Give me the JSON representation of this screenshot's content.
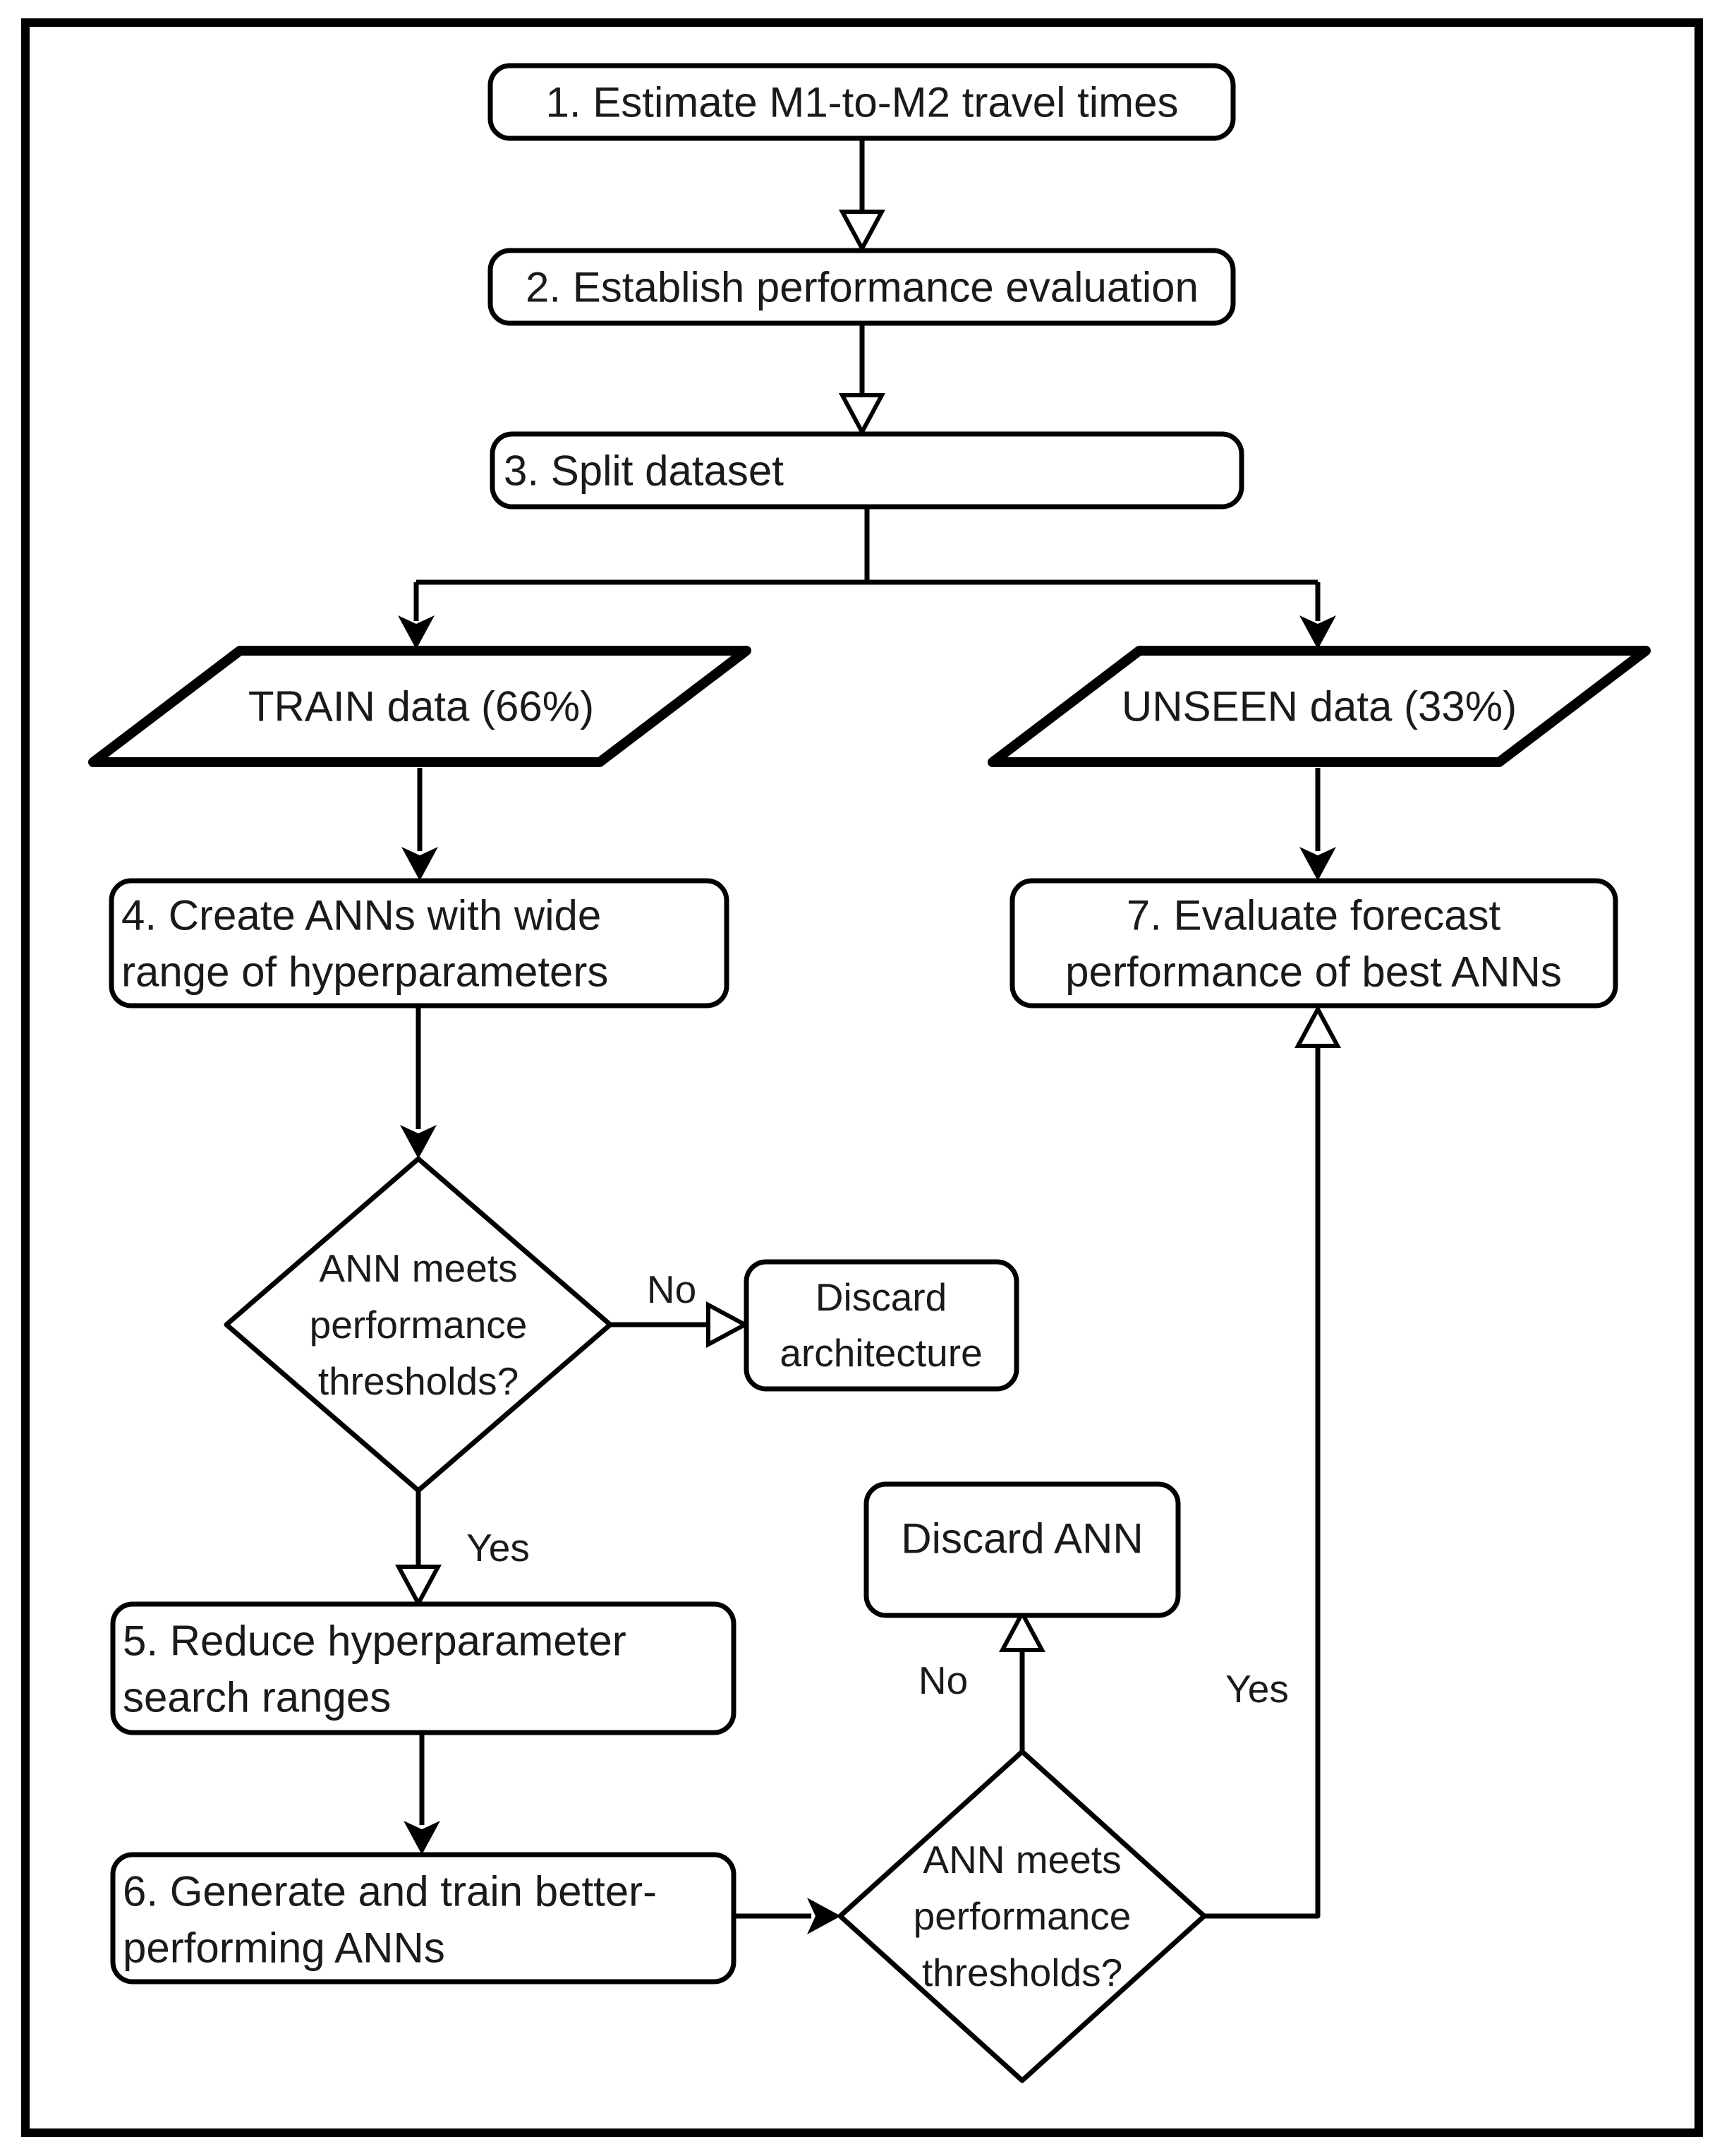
{
  "diagram_type": "flowchart",
  "colors": {
    "background": "#ffffff",
    "line": "#000000",
    "text": "#1a1a1a"
  },
  "nodes": {
    "step1": {
      "shape": "rounded-rect",
      "label": "1. Estimate M1-to-M2 travel times"
    },
    "step2": {
      "shape": "rounded-rect",
      "label": "2. Establish performance evaluation"
    },
    "step3": {
      "shape": "rounded-rect",
      "label": "3. Split dataset"
    },
    "train_data": {
      "shape": "parallelogram",
      "label": "TRAIN data (66%)"
    },
    "unseen_data": {
      "shape": "parallelogram",
      "label": "UNSEEN data (33%)"
    },
    "step4": {
      "shape": "rounded-rect",
      "lines": [
        "4. Create ANNs with wide",
        "range of hyperparameters"
      ]
    },
    "step7": {
      "shape": "rounded-rect",
      "lines": [
        "7. Evaluate forecast",
        "performance of best ANNs"
      ]
    },
    "decision1": {
      "shape": "diamond",
      "lines": [
        "ANN meets",
        "performance",
        "thresholds?"
      ]
    },
    "discard_architecture": {
      "shape": "rounded-rect",
      "lines": [
        "Discard",
        "architecture"
      ]
    },
    "step5": {
      "shape": "rounded-rect",
      "lines": [
        "5. Reduce hyperparameter",
        "search ranges"
      ]
    },
    "step6": {
      "shape": "rounded-rect",
      "lines": [
        "6. Generate and train better-",
        "performing ANNs"
      ]
    },
    "discard_ann": {
      "shape": "rounded-rect",
      "label": "Discard ANN"
    },
    "decision2": {
      "shape": "diamond",
      "lines": [
        "ANN meets",
        "performance",
        "thresholds?"
      ]
    }
  },
  "edge_labels": {
    "decision1_no": "No",
    "decision1_yes": "Yes",
    "decision2_no": "No",
    "decision2_yes": "Yes"
  }
}
